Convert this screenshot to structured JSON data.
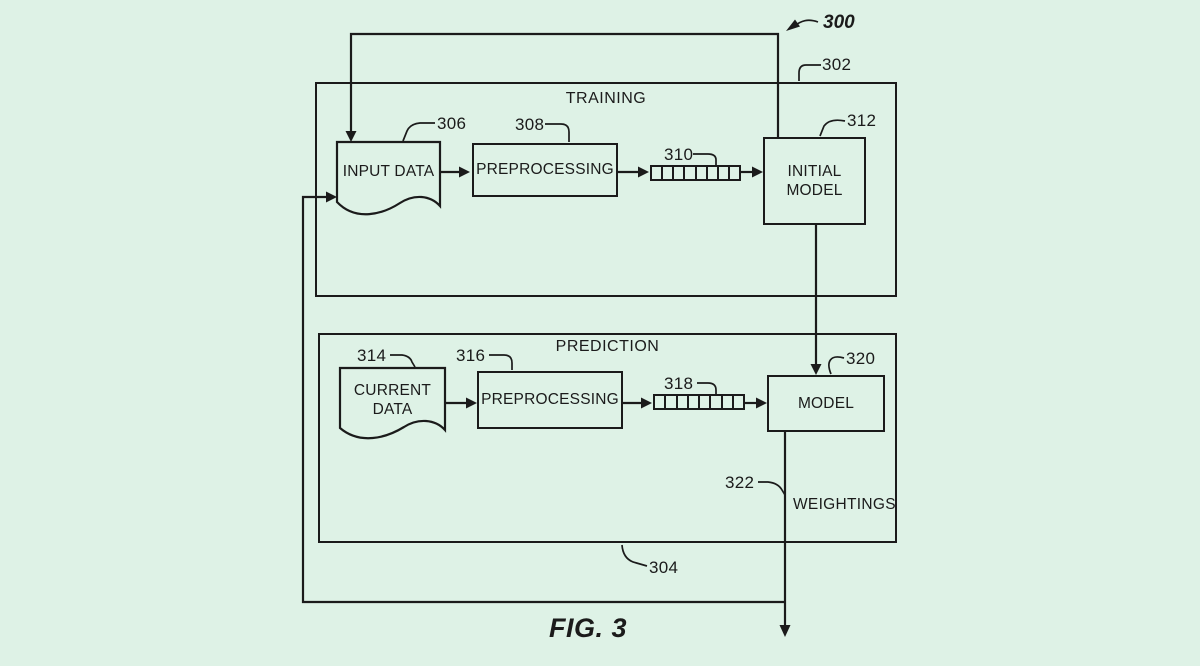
{
  "figure": {
    "ref": "300",
    "caption": "FIG. 3"
  },
  "colors": {
    "background": "#def2e6",
    "line": "#1b1b1b"
  },
  "training": {
    "title": "TRAINING",
    "ref": "302",
    "input_data": {
      "label": "INPUT DATA",
      "ref": "306"
    },
    "preprocessing": {
      "label": "PREPROCESSING",
      "ref": "308"
    },
    "feature_vector": {
      "ref": "310",
      "cells": 8
    },
    "initial_model": {
      "label": "INITIAL MODEL",
      "ref": "312"
    }
  },
  "prediction": {
    "title": "PREDICTION",
    "ref": "304",
    "current_data": {
      "label": "CURRENT DATA",
      "ref": "314"
    },
    "preprocessing": {
      "label": "PREPROCESSING",
      "ref": "316"
    },
    "feature_vector": {
      "ref": "318",
      "cells": 8
    },
    "model": {
      "label": "MODEL",
      "ref": "320"
    },
    "weightings": {
      "label": "WEIGHTINGS",
      "ref": "322"
    }
  }
}
